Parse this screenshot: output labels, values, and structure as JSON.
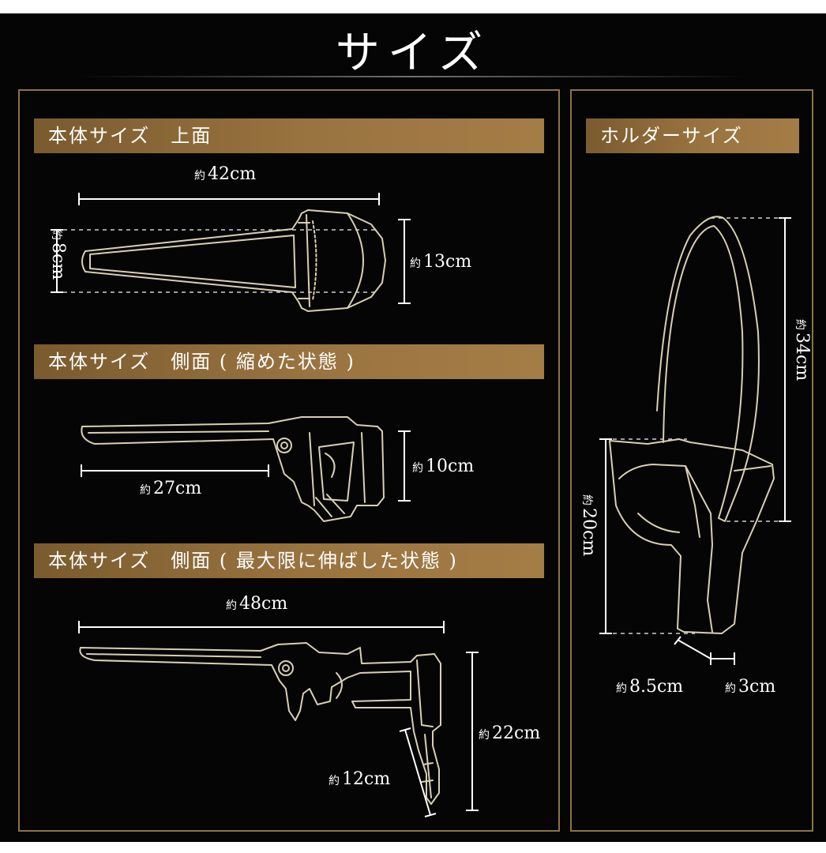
{
  "title": "サイズ",
  "sections": {
    "top_view": "本体サイズ　上面",
    "side_folded": "本体サイズ　側面 ( 縮めた状態 )",
    "side_extended": "本体サイズ　側面 ( 最大限に伸ばした状態 )",
    "holder": "ホルダーサイズ"
  },
  "prefix": "約",
  "dimensions": {
    "top_width": "42cm",
    "top_left_height": "8cm",
    "top_right_height": "13cm",
    "folded_height": "10cm",
    "folded_length": "27cm",
    "ext_length": "48cm",
    "ext_height": "22cm",
    "ext_arm": "12cm",
    "holder_strap": "34cm",
    "holder_height": "20cm",
    "holder_depth": "8.5cm",
    "holder_width": "3cm"
  },
  "colors": {
    "background": "#050505",
    "frame": "#8d7346",
    "bar": "#9a7440",
    "outline": "#d8cfb4"
  }
}
